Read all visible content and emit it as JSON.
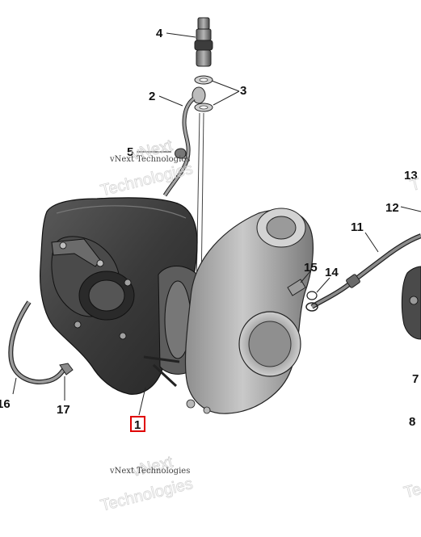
{
  "callouts": {
    "c1": "1",
    "c2": "2",
    "c3": "3",
    "c4": "4",
    "c5": "5",
    "c7": "7",
    "c8": "8",
    "c11": "11",
    "c12": "12",
    "c13": "13",
    "c14": "14",
    "c15": "15",
    "c16": "16",
    "c17": "17"
  },
  "watermarks": {
    "brand_line": "vNext Technologies",
    "big_word_1": "vNext",
    "big_word_2": "Technologies"
  },
  "colors": {
    "highlight_box": "#e00000",
    "part_fill": "#8a8a8a",
    "line": "#111111"
  }
}
